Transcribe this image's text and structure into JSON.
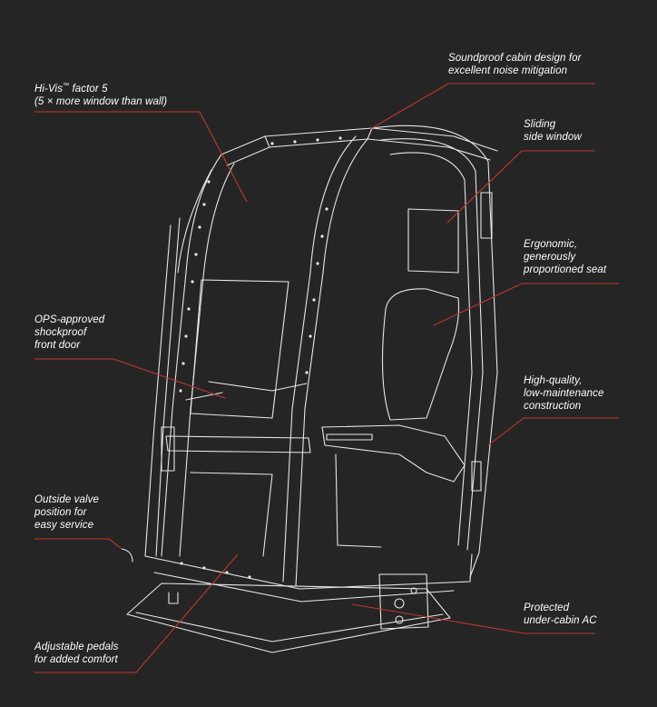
{
  "callouts": {
    "hivis": {
      "line1_a": "Hi-Vis",
      "line1_tm": "™",
      "line1_b": " factor 5",
      "line2": "(5 × more window than wall)"
    },
    "soundproof": {
      "text": "Soundproof cabin design for\nexcellent noise mitigation"
    },
    "sliding": {
      "text": "Sliding\nside window"
    },
    "seat": {
      "text": "Ergonomic,\ngenerously\nproportioned seat"
    },
    "ops": {
      "text": "OPS-approved\nshockproof\nfront door"
    },
    "construction": {
      "text": "High-quality,\nlow-maintenance\nconstruction"
    },
    "valve": {
      "text": "Outside valve\nposition for\neasy service"
    },
    "ac": {
      "text": "Protected\nunder-cabin AC"
    },
    "pedals": {
      "text": "Adjustable pedals\nfor added comfort"
    }
  },
  "colors": {
    "background": "#252525",
    "line_art": "#e8e8e8",
    "leader": "#c0392b",
    "text": "#ffffff"
  }
}
